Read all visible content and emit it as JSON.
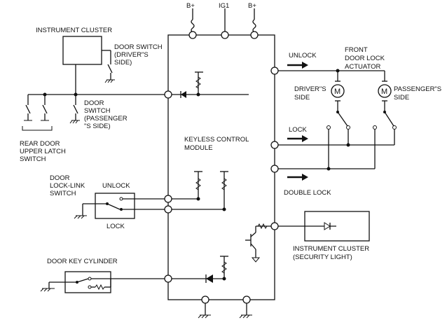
{
  "labels": {
    "b_plus_left": "B+",
    "ig1": "IG1",
    "b_plus_right": "B+",
    "instrument_cluster_top": "INSTRUMENT CLUSTER",
    "door_switch_driver": [
      "DOOR SWITCH",
      "(DRIVER\"S",
      "SIDE)"
    ],
    "door_switch_passenger": [
      "DOOR",
      "SWITCH",
      "(PASSENGER",
      "\"S SIDE)"
    ],
    "rear_door_latch": [
      "REAR DOOR",
      "UPPER LATCH",
      "SWITCH"
    ],
    "keyless_module": [
      "KEYLESS CONTROL",
      "MODULE"
    ],
    "door_lock_link": [
      "DOOR",
      "LOCK-LINK",
      "SWITCH"
    ],
    "unlock_switch": "UNLOCK",
    "lock_switch": "LOCK",
    "door_key_cylinder": "DOOR KEY CYLINDER",
    "unlock_out": "UNLOCK",
    "lock_out": "LOCK",
    "double_lock": "DOUBLE LOCK",
    "front_actuator": [
      "FRONT",
      "DOOR LOCK",
      "ACTUATOR"
    ],
    "driver_side": [
      "DRIVER\"S",
      "SIDE"
    ],
    "passenger_side": [
      "PASSENGER\"S",
      "SIDE"
    ],
    "motor_symbol": "M",
    "instrument_cluster_security": [
      "INSTRUMENT CLUSTER",
      "(SECURITY LIGHT)"
    ]
  }
}
